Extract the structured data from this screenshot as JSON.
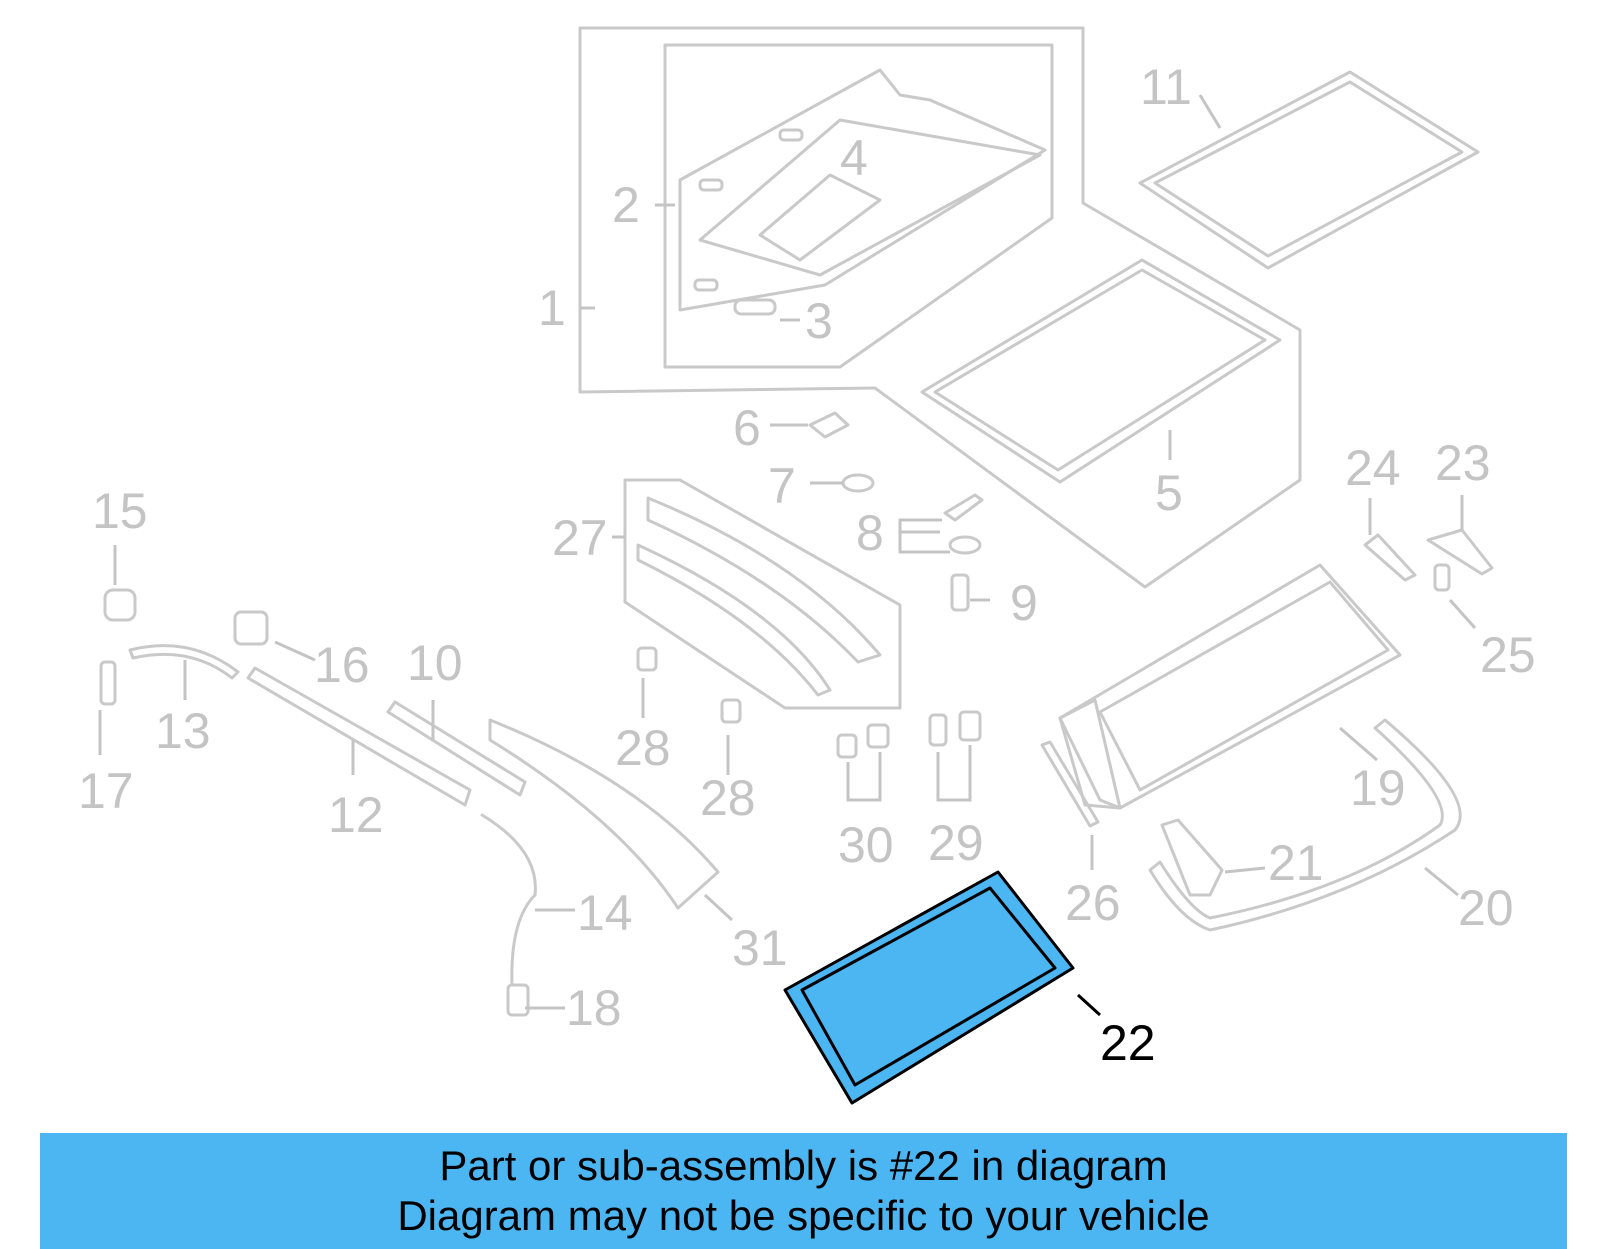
{
  "colors": {
    "highlight": "#4cb6f2",
    "ghost": "#c9c9c9",
    "label": "#c4c4c4"
  },
  "highlighted_part": "22",
  "callouts": [
    "1",
    "2",
    "3",
    "4",
    "5",
    "6",
    "7",
    "8",
    "9",
    "10",
    "11",
    "12",
    "13",
    "14",
    "15",
    "16",
    "17",
    "18",
    "19",
    "20",
    "21",
    "22",
    "23",
    "24",
    "25",
    "26",
    "27",
    "28",
    "28",
    "29",
    "30",
    "31"
  ],
  "banner": {
    "line1": "Part or sub-assembly is #22 in diagram",
    "line2": "Diagram may not be specific to your vehicle"
  }
}
